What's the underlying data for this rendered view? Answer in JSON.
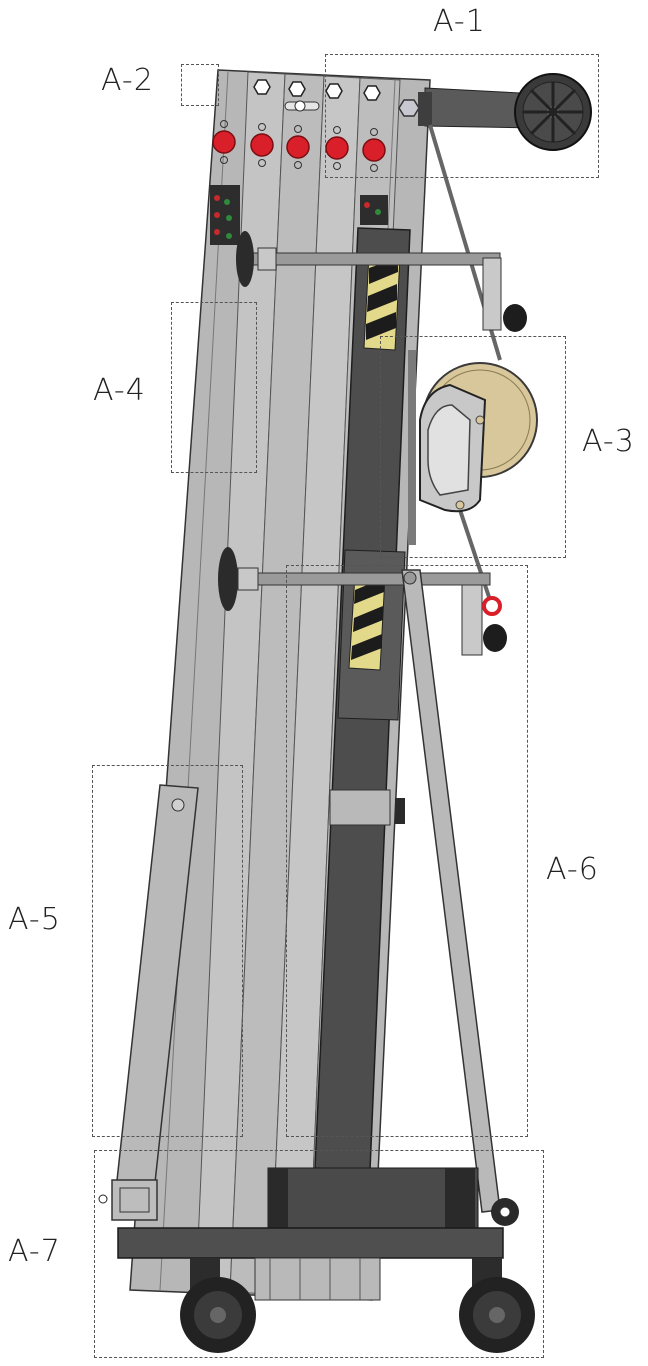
{
  "callouts": {
    "a1": "A-1",
    "a2": "A-2",
    "a3": "A-3",
    "a4": "A-4",
    "a5": "A-5",
    "a6": "A-6",
    "a7": "A-7"
  },
  "colors": {
    "mast": "#b9b9b9",
    "mast_dark": "#8f8f8f",
    "carriage": "#4c4c4c",
    "base": "#555555",
    "red_button": "#d9202a",
    "winch_drum": "#d8c79a",
    "hazard_yellow": "#e3d98a",
    "hazard_black": "#1c1c1c",
    "wheel": "#222222"
  }
}
